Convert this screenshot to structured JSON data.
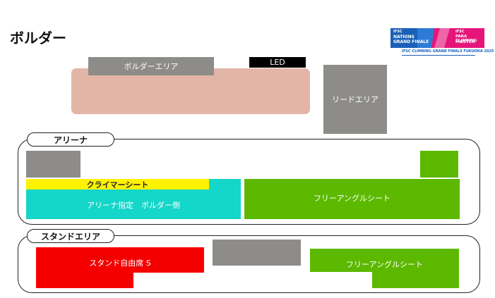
{
  "page_title": "ボルダー",
  "colors": {
    "boulder_area_fill": "#e3b5a6",
    "gray_block": "#8d8c89",
    "led_bar": "#000000",
    "climber_seat": "#fff200",
    "arena_seat": "#14d6c9",
    "free_angle_seat": "#5cb900",
    "stand_seat": "#f50000",
    "logo_blue": "#1a60b8",
    "logo_pink": "#e5157a"
  },
  "top_area": {
    "boulder_area_label": "ボルダーエリア",
    "led_label": "LED",
    "lead_area_label": "リードエリア"
  },
  "arena": {
    "section_label": "アリーナ",
    "climber_seat_label": "クライマーシート",
    "designated_seat_label": "アリーナ指定　ボルダー側",
    "free_angle_label": "フリーアングルシート"
  },
  "stand": {
    "section_label": "スタンドエリア",
    "reserved_seat_label": "スタンド自由席 S",
    "free_angle_label": "フリーアングルシート"
  },
  "logo": {
    "left_small": "IFSC",
    "left_line1": "NATIONS",
    "left_line2": "GRAND FINALE",
    "right_small": "IFSC",
    "right_line1": "PARA CLIMBING",
    "right_line2": "MASTER",
    "bottom_line": "IFSC CLIMBING GRAND FINALS FUKUOKA 2025"
  }
}
